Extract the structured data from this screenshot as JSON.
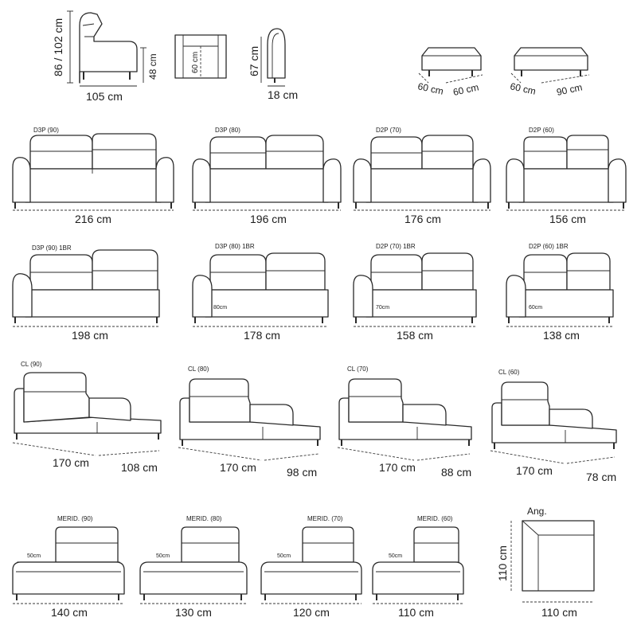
{
  "components": [
    {
      "name": "side-view",
      "height_label": "86 / 102 cm",
      "seat_label": "48 cm",
      "depth_label": "105 cm"
    },
    {
      "name": "seat-top-view",
      "width_label": "60 cm"
    },
    {
      "name": "arm-view",
      "height_label": "67 cm",
      "width_label": "18 cm"
    },
    {
      "name": "pouf-60",
      "depth_label": "60 cm",
      "width_label": "60 cm"
    },
    {
      "name": "pouf-90",
      "depth_label": "60 cm",
      "width_label": "90 cm"
    }
  ],
  "sofas": [
    {
      "label": "D3P (90)",
      "width": "216 cm"
    },
    {
      "label": "D3P (80)",
      "width": "196 cm"
    },
    {
      "label": "D2P (70)",
      "width": "176 cm"
    },
    {
      "label": "D2P (60)",
      "width": "156 cm"
    }
  ],
  "one_arm": [
    {
      "label": "D3P (90) 1BR",
      "width": "198 cm",
      "seat": ""
    },
    {
      "label": "D3P (80) 1BR",
      "width": "178 cm",
      "seat": "80cm"
    },
    {
      "label": "D2P (70) 1BR",
      "width": "158 cm",
      "seat": "70cm"
    },
    {
      "label": "D2P (60) 1BR",
      "width": "138 cm",
      "seat": "60cm"
    }
  ],
  "chaise": [
    {
      "label": "CL (90)",
      "length": "170 cm",
      "width": "108 cm"
    },
    {
      "label": "CL (80)",
      "length": "170 cm",
      "width": "98 cm"
    },
    {
      "label": "CL (70)",
      "length": "170 cm",
      "width": "88 cm"
    },
    {
      "label": "CL (60)",
      "length": "170 cm",
      "width": "78 cm"
    }
  ],
  "meridienne": [
    {
      "label": "MERID. (90)",
      "width": "140 cm",
      "seat": "50cm"
    },
    {
      "label": "MERID. (80)",
      "width": "130 cm",
      "seat": "50cm"
    },
    {
      "label": "MERID. (70)",
      "width": "120 cm",
      "seat": "50cm"
    },
    {
      "label": "MERID. (60)",
      "width": "110 cm",
      "seat": "50cm"
    }
  ],
  "corner": {
    "label": "Ang.",
    "height": "110 cm",
    "width": "110 cm"
  }
}
